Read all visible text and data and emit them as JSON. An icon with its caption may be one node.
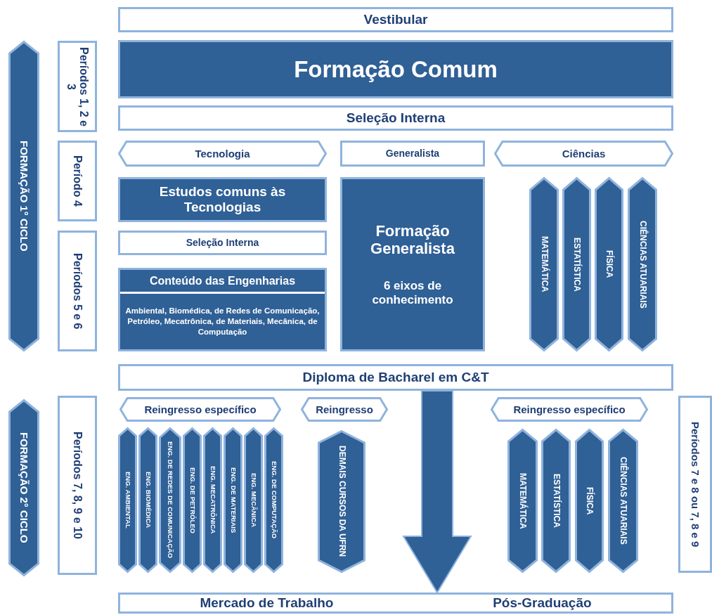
{
  "diagram": {
    "nodes": [
      {
        "text": [
          "Vestibular"
        ]
      },
      {
        "text": [
          "FORMAÇÃO 1° CICLO"
        ]
      },
      {
        "text": [
          "Períodos 1, 2 e 3"
        ]
      },
      {
        "text": [
          "Formação Comum"
        ]
      },
      {
        "text": [
          "Seleção Interna"
        ]
      },
      {
        "text": [
          "Período 4"
        ]
      },
      {
        "text": [
          "Tecnologia"
        ]
      },
      {
        "text": [
          "Generalista"
        ]
      },
      {
        "text": [
          "Ciências"
        ]
      },
      {
        "text": [
          "Estudos comuns às Tecnologias"
        ]
      },
      {
        "text": [
          "Formação Generalista",
          "6 eixos de conhecimento"
        ]
      },
      {
        "text": [
          "MATEMÁTICA"
        ]
      },
      {
        "text": [
          "ESTATÍSTICA"
        ]
      },
      {
        "text": [
          "FÍSICA"
        ]
      },
      {
        "text": [
          "CIÊNCIAS ATUARIAIS"
        ]
      },
      {
        "text": [
          "Períodos 5 e 6"
        ]
      },
      {
        "text": [
          "Seleção Interna"
        ]
      },
      {
        "text": [
          "Conteúdo das Engenharias",
          "Ambiental, Biomédica, de Redes de Comunicação, Petróleo, Mecatrônica, de Materiais, Mecânica, de Computação"
        ]
      },
      {
        "text": [
          "Diploma de Bacharel em C&T"
        ]
      },
      {
        "text": [
          "FORMAÇÃO 2° CICLO"
        ]
      },
      {
        "text": [
          "Períodos 7, 8, 9 e 10"
        ]
      },
      {
        "text": [
          "Reingresso específico"
        ]
      },
      {
        "text": [
          "Reingresso"
        ]
      },
      {
        "text": [
          "Reingresso específico"
        ]
      },
      {
        "text": [
          "Períodos 7 e 8 ou 7, 8 e 9"
        ]
      },
      {
        "text": [
          "ENG. AMBIENTAL"
        ]
      },
      {
        "text": [
          "ENG. BIOMÉDICA"
        ]
      },
      {
        "text": [
          "ENG. DE REDES DE COMUNICAÇÃO"
        ]
      },
      {
        "text": [
          "ENG. DE PETRÓLEO"
        ]
      },
      {
        "text": [
          "ENG. MECATRÔNICA"
        ]
      },
      {
        "text": [
          "ENG. DE MATERIAIS"
        ]
      },
      {
        "text": [
          "ENG. MECÂNICA"
        ]
      },
      {
        "text": [
          "ENG. DE COMPUTAÇÃO"
        ]
      },
      {
        "text": [
          "DEMAIS CURSOS DA UFRN"
        ]
      },
      {
        "text": [
          "MATEMÁTICA"
        ]
      },
      {
        "text": [
          "ESTATÍSTICA"
        ]
      },
      {
        "text": [
          "FÍSICA"
        ]
      },
      {
        "text": [
          "CIÊNCIAS ATUARIAIS"
        ]
      },
      {
        "text": [
          "Mercado de Trabalho",
          "Pós-Graduação"
        ]
      }
    ],
    "edges": [
      {
        "from": 18,
        "to": 38,
        "arrow": "to",
        "style": "thick"
      }
    ]
  }
}
